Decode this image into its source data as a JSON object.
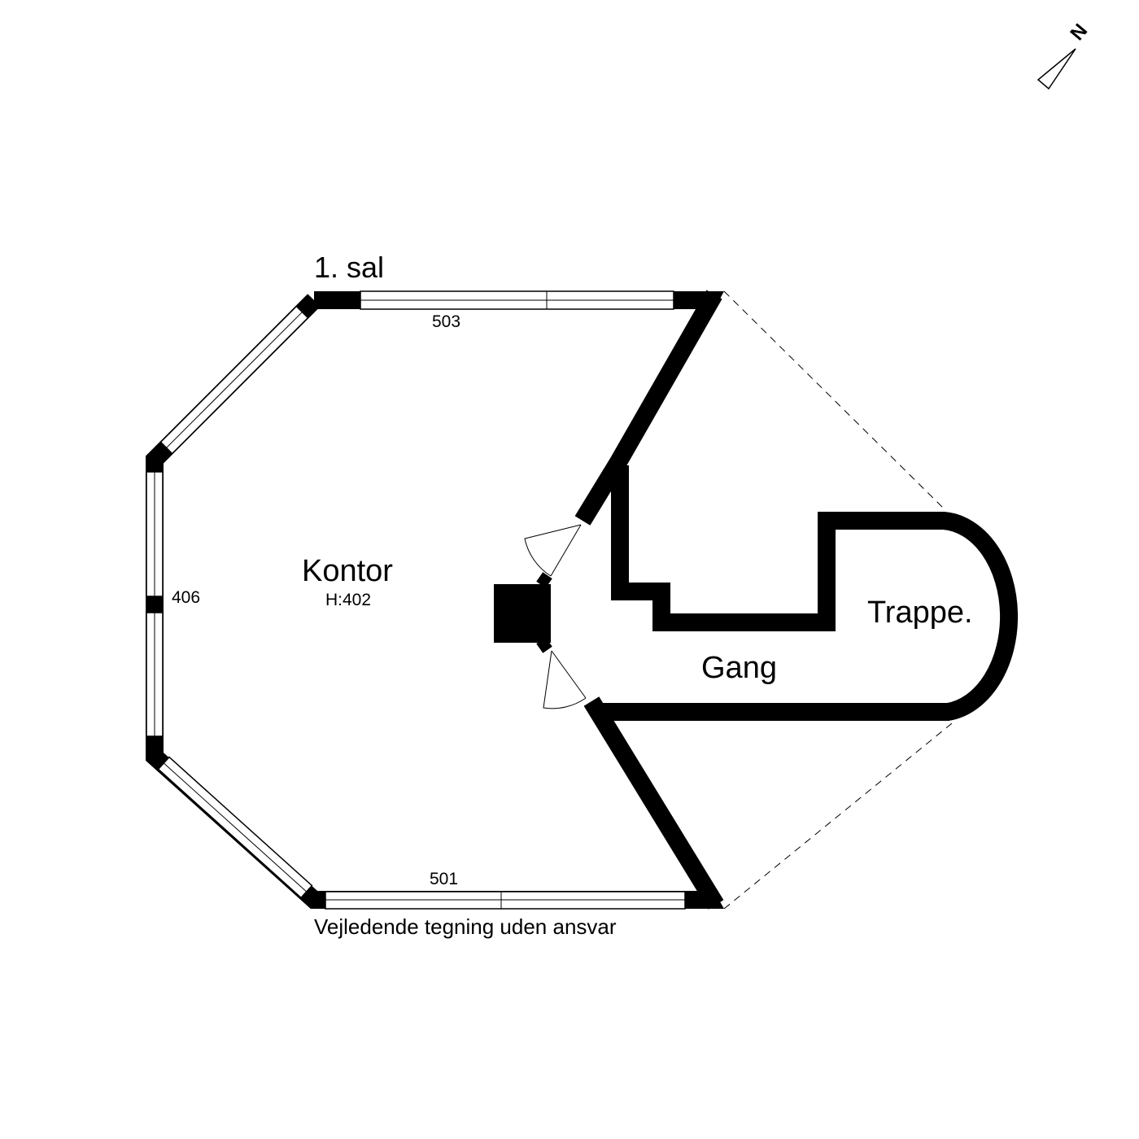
{
  "floor_title": "1. sal",
  "rooms": [
    {
      "name": "Kontor",
      "height_label": "H:402"
    },
    {
      "name": "Gang"
    },
    {
      "name": "Trappe."
    }
  ],
  "window_dimensions": {
    "top": "503",
    "left": "406",
    "bottom": "501"
  },
  "disclaimer": "Vejledende tegning uden ansvar",
  "compass": {
    "label": "N"
  },
  "colors": {
    "wall": "#000000",
    "background": "#ffffff"
  }
}
